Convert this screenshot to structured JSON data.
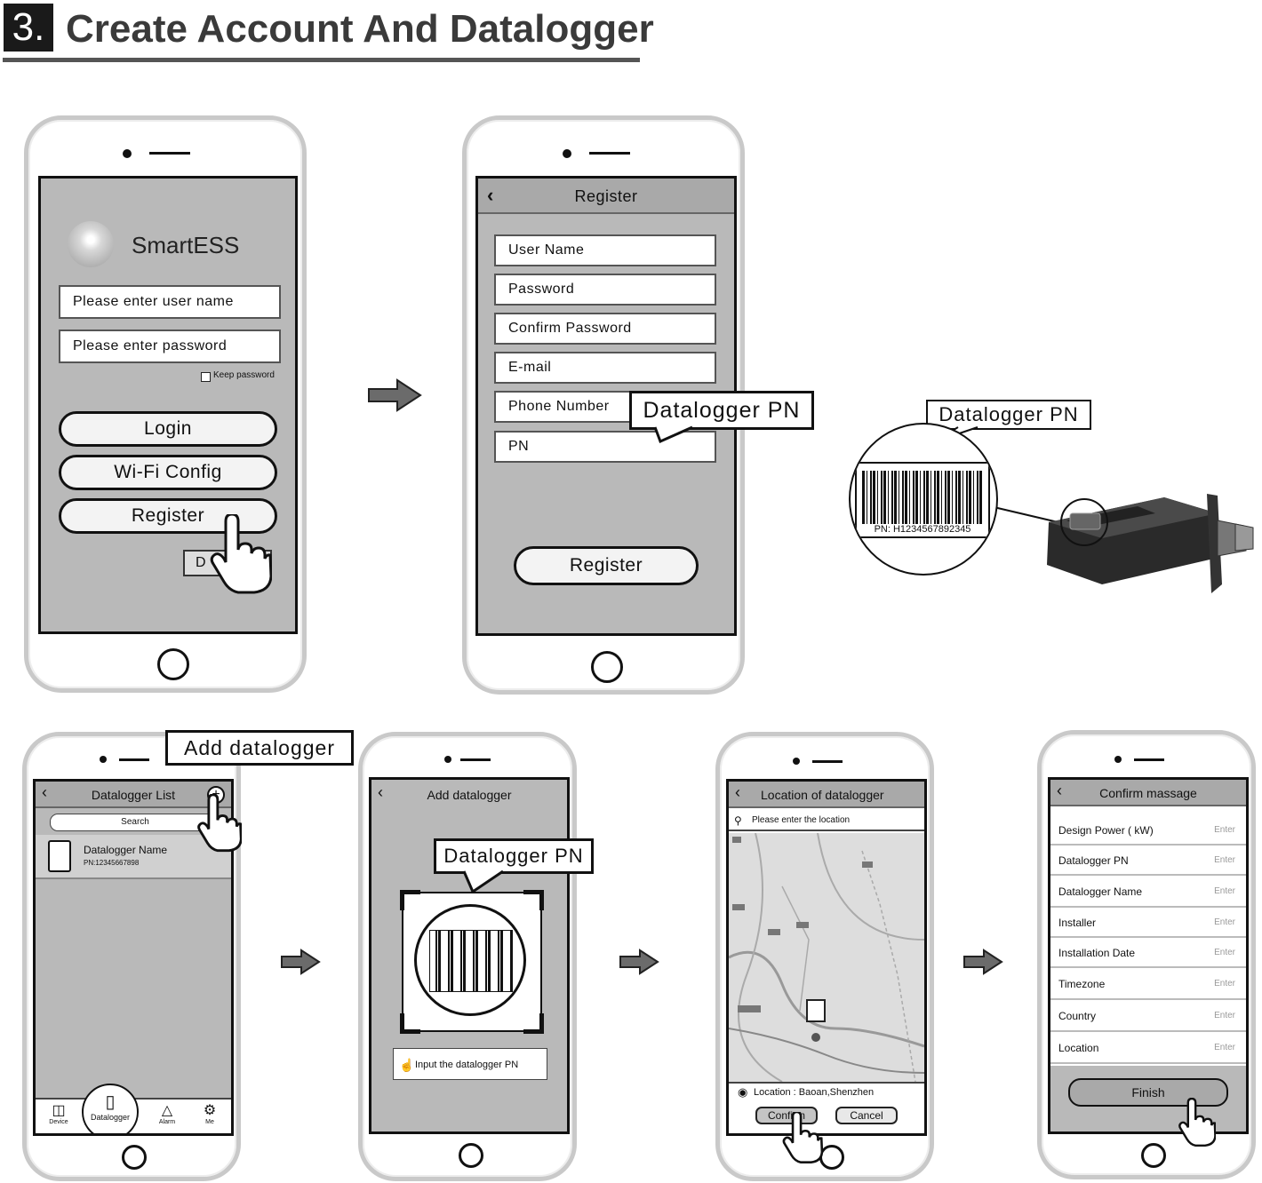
{
  "heading": {
    "number": "3.",
    "title": "Create Account And Datalogger"
  },
  "login": {
    "app_name": "SmartESS",
    "username_placeholder": "Please enter user name",
    "password_placeholder": "Please enter password",
    "keep_password": "Keep password",
    "login": "Login",
    "wifi_config": "Wi-Fi Config",
    "register": "Register",
    "partial_button": "D"
  },
  "register": {
    "title": "Register",
    "fields": [
      "User Name",
      "Password",
      "Confirm Password",
      "E-mail",
      "Phone Number",
      "PN"
    ],
    "button": "Register",
    "callout": "Datalogger PN"
  },
  "device": {
    "callout": "Datalogger PN",
    "pn_label": "PN: H1234567892345"
  },
  "list": {
    "callout": "Add datalogger",
    "title": "Datalogger List",
    "search": "Search",
    "item_name": "Datalogger Name",
    "item_pn": "PN:12345667898",
    "tabs": [
      "Device",
      "Datalogger",
      "Alarm",
      "Me"
    ]
  },
  "add": {
    "title": "Add datalogger",
    "callout": "Datalogger PN",
    "input_label": "Input the datalogger PN"
  },
  "location": {
    "title": "Location of datalogger",
    "search_placeholder": "Please enter the location",
    "location_text": "Location : Baoan,Shenzhen",
    "confirm": "Confirm",
    "cancel": "Cancel"
  },
  "confirm": {
    "title": "Confirm massage",
    "rows": [
      "Design Power ( kW)",
      "Datalogger PN",
      "Datalogger Name",
      "Installer",
      "Installation Date",
      "Timezone",
      "Country",
      "Location"
    ],
    "enter": "Enter",
    "finish": "Finish"
  }
}
